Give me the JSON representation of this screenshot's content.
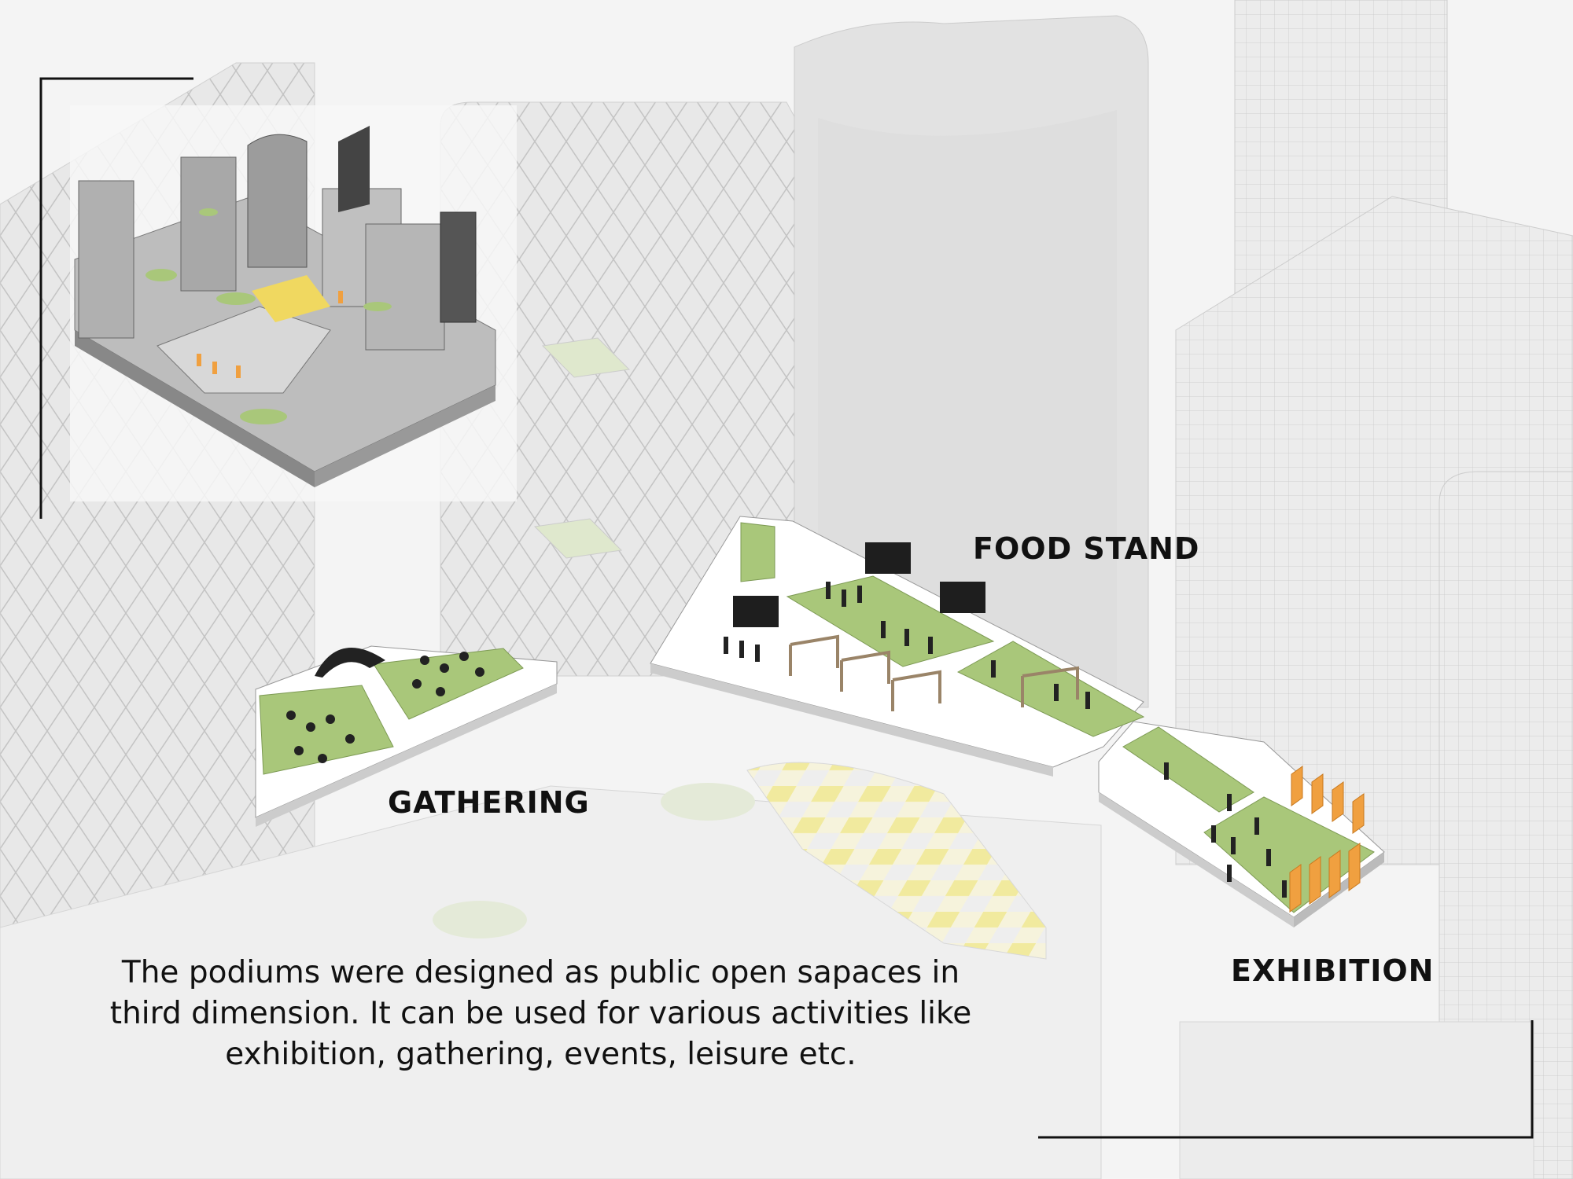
{
  "labels": {
    "food_stand": "FOOD STAND",
    "gathering": "GATHERING",
    "exhibition": "EXHIBITION"
  },
  "description": {
    "line1": "The podiums were designed as public open sapaces in",
    "line2": "third dimension. It can be used for various activities like",
    "line3": "exhibition, gathering, events, leisure etc."
  },
  "colors": {
    "grass": "#a9c77a",
    "building": "#e6e6e6",
    "lattice": "#c9c9c9",
    "accent_orange": "#f0a040",
    "text": "#111111"
  }
}
